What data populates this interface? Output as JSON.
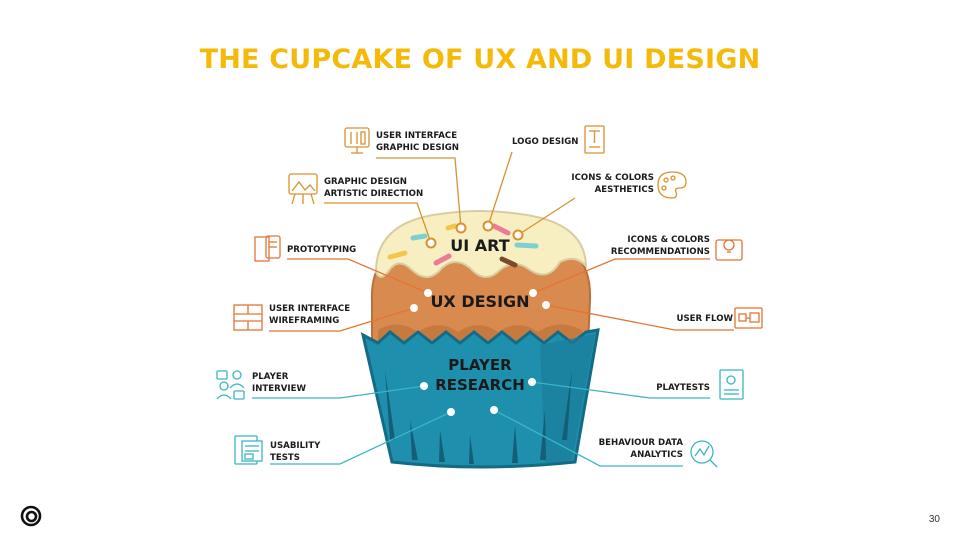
{
  "title": "THE CUPCAKE OF UX AND UI DESIGN",
  "layers": {
    "ui_art": "UI ART",
    "ux_design": "UX DESIGN",
    "player_research_1": "PLAYER",
    "player_research_2": "RESEARCH"
  },
  "labels": {
    "ui_graphic_design": [
      "USER INTERFACE",
      "GRAPHIC DESIGN"
    ],
    "logo_design": [
      "LOGO DESIGN"
    ],
    "icons_colors_aesthetics": [
      "ICONS & COLORS",
      "AESTHETICS"
    ],
    "graphic_design_artistic": [
      "GRAPHIC DESIGN",
      "ARTISTIC DIRECTION"
    ],
    "prototyping": [
      "PROTOTYPING"
    ],
    "icons_colors_recommendations": [
      "ICONS & COLORS",
      "RECOMMENDATIONS"
    ],
    "ui_wireframing": [
      "USER INTERFACE",
      "WIREFRAMING"
    ],
    "user_flow": [
      "USER FLOW"
    ],
    "player_interview": [
      "PLAYER",
      "INTERVIEW"
    ],
    "playtests": [
      "PLAYTESTS"
    ],
    "usability_tests": [
      "USABILITY",
      "TESTS"
    ],
    "behaviour_data": [
      "BEHAVIOUR DATA",
      "ANALYTICS"
    ]
  },
  "page_number": "30",
  "colors": {
    "title": "#f5b90a",
    "ui_line": "#d9922e",
    "ux_line": "#e57432",
    "research_line": "#3ab5c6",
    "frosting": "#f7efc2",
    "cake": "#d98a4e",
    "cup": "#1f8fae"
  }
}
